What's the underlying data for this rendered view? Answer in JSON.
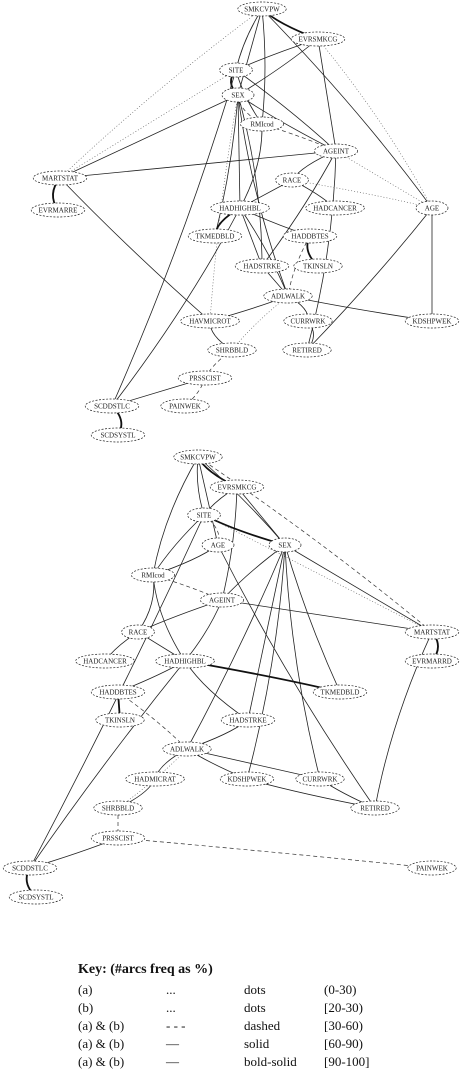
{
  "upper_graph": {
    "nodes": [
      "SMKCVPW",
      "EVRSMKCG",
      "SITE",
      "SEX",
      "RMIcod",
      "AGEINT",
      "MARTSTAT",
      "RACE",
      "EVRMARRE",
      "HADHIGHBL",
      "HADCANCER",
      "AGE",
      "TKMEDBLD",
      "HADDBTES",
      "HADSTRKE",
      "TKINSLN",
      "ADLWALK",
      "HAVMICROT",
      "CURRWRK",
      "KDSHPWEK",
      "SHRBBLD",
      "RETIRED",
      "PRSSCIST",
      "SCDDSTLC",
      "PAINWEK",
      "SCDSYSTL"
    ],
    "edges": [
      {
        "from": "SMKCVPW",
        "to": "EVRSMKCG",
        "style": "bold"
      },
      {
        "from": "SMKCVPW",
        "to": "SITE",
        "style": "solid"
      },
      {
        "from": "SMKCVPW",
        "to": "SEX",
        "style": "solid"
      },
      {
        "from": "SMKCVPW",
        "to": "RMIcod",
        "style": "solid"
      },
      {
        "from": "SMKCVPW",
        "to": "AGE",
        "style": "solid"
      },
      {
        "from": "SMKCVPW",
        "to": "MARTSTAT",
        "style": "dots"
      },
      {
        "from": "EVRSMKCG",
        "to": "SITE",
        "style": "solid"
      },
      {
        "from": "EVRSMKCG",
        "to": "AGEINT",
        "style": "solid"
      },
      {
        "from": "EVRSMKCG",
        "to": "SEX",
        "style": "solid"
      },
      {
        "from": "EVRSMKCG",
        "to": "AGE",
        "style": "dots"
      },
      {
        "from": "SITE",
        "to": "SEX",
        "style": "bold"
      },
      {
        "from": "SITE",
        "to": "RMIcod",
        "style": "solid"
      },
      {
        "from": "SITE",
        "to": "MARTSTAT",
        "style": "dots"
      },
      {
        "from": "SITE",
        "to": "AGEINT",
        "style": "solid"
      },
      {
        "from": "SITE",
        "to": "SCDDSTLC",
        "style": "solid"
      },
      {
        "from": "SEX",
        "to": "RMIcod",
        "style": "dashed"
      },
      {
        "from": "SEX",
        "to": "AGEINT",
        "style": "solid"
      },
      {
        "from": "SEX",
        "to": "HADHIGHBL",
        "style": "solid"
      },
      {
        "from": "SEX",
        "to": "TKMEDBLD",
        "style": "solid"
      },
      {
        "from": "SEX",
        "to": "HADSTRKE",
        "style": "solid"
      },
      {
        "from": "SEX",
        "to": "ADLWALK",
        "style": "solid"
      },
      {
        "from": "SEX",
        "to": "HAVMICROT",
        "style": "dots"
      },
      {
        "from": "SEX",
        "to": "MARTSTAT",
        "style": "solid"
      },
      {
        "from": "RMIcod",
        "to": "AGEINT",
        "style": "dashed"
      },
      {
        "from": "RMIcod",
        "to": "HADHIGHBL",
        "style": "solid"
      },
      {
        "from": "AGEINT",
        "to": "RACE",
        "style": "solid"
      },
      {
        "from": "AGEINT",
        "to": "MARTSTAT",
        "style": "solid"
      },
      {
        "from": "AGEINT",
        "to": "AGE",
        "style": "dots"
      },
      {
        "from": "AGEINT",
        "to": "HADSTRKE",
        "style": "solid"
      },
      {
        "from": "AGEINT",
        "to": "RETIRED",
        "style": "solid"
      },
      {
        "from": "MARTSTAT",
        "to": "EVRMARRE",
        "style": "bold"
      },
      {
        "from": "MARTSTAT",
        "to": "HAVMICROT",
        "style": "solid"
      },
      {
        "from": "RACE",
        "to": "HADHIGHBL",
        "style": "solid"
      },
      {
        "from": "RACE",
        "to": "HADCANCER",
        "style": "solid"
      },
      {
        "from": "RACE",
        "to": "AGE",
        "style": "dots"
      },
      {
        "from": "HADHIGHBL",
        "to": "TKMEDBLD",
        "style": "bold"
      },
      {
        "from": "HADHIGHBL",
        "to": "HADDBTES",
        "style": "solid"
      },
      {
        "from": "HADHIGHBL",
        "to": "HADSTRKE",
        "style": "solid"
      },
      {
        "from": "HADHIGHBL",
        "to": "ADLWALK",
        "style": "solid"
      },
      {
        "from": "HADHIGHBL",
        "to": "SCDDSTLC",
        "style": "solid"
      },
      {
        "from": "HADDBTES",
        "to": "TKINSLN",
        "style": "bold"
      },
      {
        "from": "HADDBTES",
        "to": "ADLWALK",
        "style": "dashed"
      },
      {
        "from": "HADSTRKE",
        "to": "ADLWALK",
        "style": "solid"
      },
      {
        "from": "ADLWALK",
        "to": "HAVMICROT",
        "style": "solid"
      },
      {
        "from": "ADLWALK",
        "to": "CURRWRK",
        "style": "solid"
      },
      {
        "from": "ADLWALK",
        "to": "KDSHPWEK",
        "style": "solid"
      },
      {
        "from": "ADLWALK",
        "to": "SHRBBLD",
        "style": "dots"
      },
      {
        "from": "AGE",
        "to": "KDSHPWEK",
        "style": "solid"
      },
      {
        "from": "AGE",
        "to": "RETIRED",
        "style": "solid"
      },
      {
        "from": "CURRWRK",
        "to": "RETIRED",
        "style": "solid"
      },
      {
        "from": "HAVMICROT",
        "to": "SHRBBLD",
        "style": "solid"
      },
      {
        "from": "SHRBBLD",
        "to": "PRSSCIST",
        "style": "dashed"
      },
      {
        "from": "PRSSCIST",
        "to": "SCDDSTLC",
        "style": "solid"
      },
      {
        "from": "PRSSCIST",
        "to": "PAINWEK",
        "style": "dashed"
      },
      {
        "from": "SCDDSTLC",
        "to": "SCDSYSTL",
        "style": "bold"
      }
    ]
  },
  "lower_graph": {
    "nodes": [
      "SMKCVPW",
      "EVRSMKCG",
      "SITE",
      "AGE",
      "SEX",
      "RMIcod",
      "AGEINT",
      "RACE",
      "MARTSTAT",
      "HADCANCER",
      "HADHIGHBL",
      "EVRMARRD",
      "HADDBTES",
      "TKMEDBLD",
      "TKINSLN",
      "HADSTRKE",
      "ADLWALK",
      "HADMICRAT",
      "KDSHPWEK",
      "CURRWRK",
      "SHRBBLD",
      "RETIRED",
      "PRSSCIST",
      "SCDDSTLC",
      "PAINWEK",
      "SCDSYSTL"
    ],
    "edges": [
      {
        "from": "SMKCVPW",
        "to": "EVRSMKCG",
        "style": "bold"
      },
      {
        "from": "SMKCVPW",
        "to": "SITE",
        "style": "solid"
      },
      {
        "from": "SMKCVPW",
        "to": "AGE",
        "style": "solid"
      },
      {
        "from": "SMKCVPW",
        "to": "SEX",
        "style": "solid"
      },
      {
        "from": "SMKCVPW",
        "to": "MARTSTAT",
        "style": "dashed"
      },
      {
        "from": "SMKCVPW",
        "to": "RMIcod",
        "style": "solid"
      },
      {
        "from": "EVRSMKCG",
        "to": "SITE",
        "style": "solid"
      },
      {
        "from": "EVRSMKCG",
        "to": "SEX",
        "style": "solid"
      },
      {
        "from": "EVRSMKCG",
        "to": "AGEINT",
        "style": "solid"
      },
      {
        "from": "SITE",
        "to": "AGE",
        "style": "dashed"
      },
      {
        "from": "SITE",
        "to": "SEX",
        "style": "bold"
      },
      {
        "from": "SITE",
        "to": "RMIcod",
        "style": "solid"
      },
      {
        "from": "SITE",
        "to": "MARTSTAT",
        "style": "dots"
      },
      {
        "from": "SITE",
        "to": "SCDDSTLC",
        "style": "solid"
      },
      {
        "from": "AGE",
        "to": "RMIcod",
        "style": "solid"
      },
      {
        "from": "AGE",
        "to": "RETIRED",
        "style": "solid"
      },
      {
        "from": "SEX",
        "to": "AGEINT",
        "style": "solid"
      },
      {
        "from": "SEX",
        "to": "HADSTRKE",
        "style": "solid"
      },
      {
        "from": "SEX",
        "to": "ADLWALK",
        "style": "solid"
      },
      {
        "from": "SEX",
        "to": "KDSHPWEK",
        "style": "solid"
      },
      {
        "from": "SEX",
        "to": "CURRWRK",
        "style": "solid"
      },
      {
        "from": "SEX",
        "to": "TKMEDBLD",
        "style": "solid"
      },
      {
        "from": "SEX",
        "to": "MARTSTAT",
        "style": "solid"
      },
      {
        "from": "RMIcod",
        "to": "AGEINT",
        "style": "dashed"
      },
      {
        "from": "RMIcod",
        "to": "RACE",
        "style": "solid"
      },
      {
        "from": "RMIcod",
        "to": "HADHIGHBL",
        "style": "solid"
      },
      {
        "from": "AGEINT",
        "to": "RACE",
        "style": "solid"
      },
      {
        "from": "AGEINT",
        "to": "MARTSTAT",
        "style": "solid"
      },
      {
        "from": "AGEINT",
        "to": "HADHIGHBL",
        "style": "solid"
      },
      {
        "from": "MARTSTAT",
        "to": "EVRMARRD",
        "style": "bold"
      },
      {
        "from": "MARTSTAT",
        "to": "RETIRED",
        "style": "solid"
      },
      {
        "from": "RACE",
        "to": "HADCANCER",
        "style": "solid"
      },
      {
        "from": "RACE",
        "to": "HADHIGHBL",
        "style": "solid"
      },
      {
        "from": "HADHIGHBL",
        "to": "HADDBTES",
        "style": "solid"
      },
      {
        "from": "HADHIGHBL",
        "to": "TKMEDBLD",
        "style": "bold"
      },
      {
        "from": "HADHIGHBL",
        "to": "HADSTRKE",
        "style": "solid"
      },
      {
        "from": "HADHIGHBL",
        "to": "SCDDSTLC",
        "style": "solid"
      },
      {
        "from": "HADDBTES",
        "to": "TKINSLN",
        "style": "bold"
      },
      {
        "from": "HADDBTES",
        "to": "ADLWALK",
        "style": "dashed"
      },
      {
        "from": "HADSTRKE",
        "to": "ADLWALK",
        "style": "solid"
      },
      {
        "from": "ADLWALK",
        "to": "HADMICRAT",
        "style": "solid"
      },
      {
        "from": "ADLWALK",
        "to": "KDSHPWEK",
        "style": "solid"
      },
      {
        "from": "ADLWALK",
        "to": "CURRWRK",
        "style": "solid"
      },
      {
        "from": "ADLWALK",
        "to": "SHRBBLD",
        "style": "dots"
      },
      {
        "from": "HADMICRAT",
        "to": "SHRBBLD",
        "style": "solid"
      },
      {
        "from": "KDSHPWEK",
        "to": "RETIRED",
        "style": "solid"
      },
      {
        "from": "CURRWRK",
        "to": "RETIRED",
        "style": "solid"
      },
      {
        "from": "SHRBBLD",
        "to": "PRSSCIST",
        "style": "dashed"
      },
      {
        "from": "PRSSCIST",
        "to": "SCDDSTLC",
        "style": "solid"
      },
      {
        "from": "PRSSCIST",
        "to": "PAINWEK",
        "style": "dashed"
      },
      {
        "from": "SCDDSTLC",
        "to": "SCDSYSTL",
        "style": "bold"
      }
    ]
  },
  "legend": {
    "title": "Key: (#arcs freq as %)",
    "rows": [
      {
        "set": "(a)",
        "marker": "...",
        "style": "dots",
        "range": "(0-30)"
      },
      {
        "set": "(b)",
        "marker": "...",
        "style": "dots",
        "range": "[20-30)"
      },
      {
        "set": "(a) & (b)",
        "marker": "- - -",
        "style": "dashed",
        "range": "[30-60)"
      },
      {
        "set": "(a) & (b)",
        "marker": "—",
        "style": "solid",
        "range": "[60-90)"
      },
      {
        "set": "(a) & (b)",
        "marker": "—",
        "style": "bold-solid",
        "range": "[90-100]"
      }
    ]
  }
}
